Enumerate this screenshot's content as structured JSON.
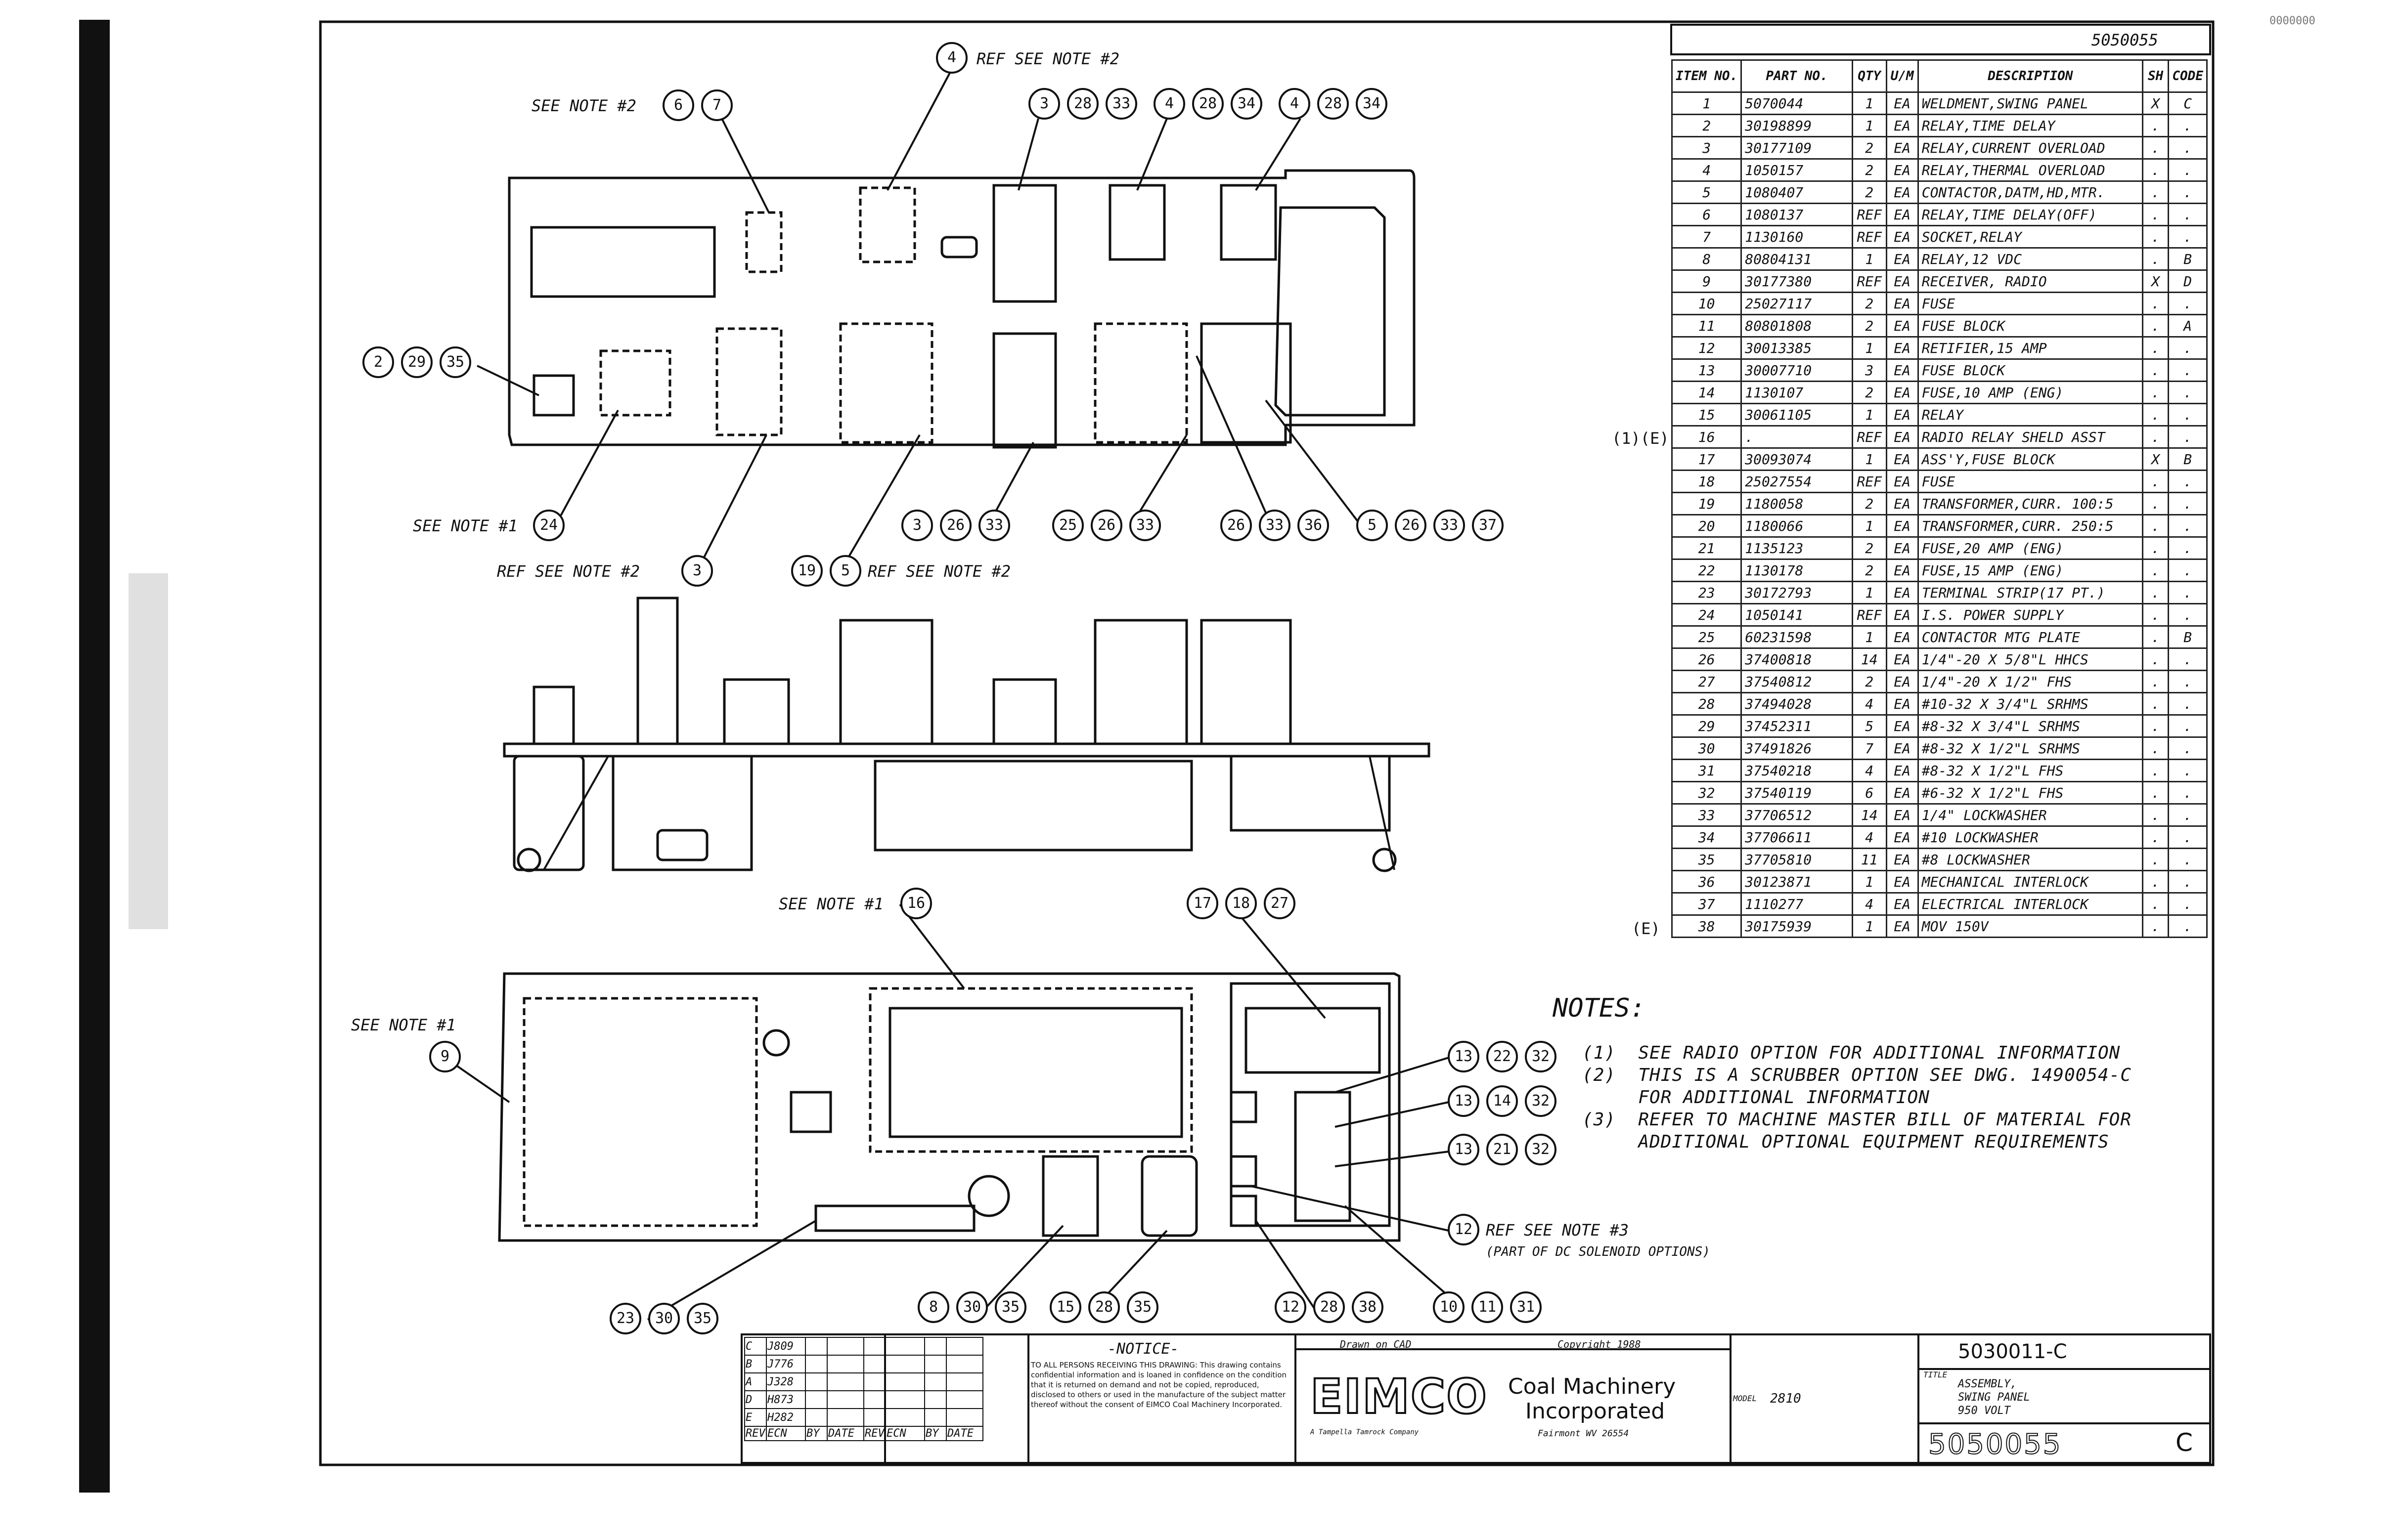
{
  "drawing_number_top": "5050055",
  "bom": {
    "headers": [
      "ITEM NO.",
      "PART NO.",
      "QTY",
      "U/M",
      "DESCRIPTION",
      "SH",
      "CODE"
    ],
    "rows": [
      [
        "1",
        "5070044",
        "1",
        "EA",
        "WELDMENT,SWING PANEL",
        "X",
        "C"
      ],
      [
        "2",
        "30198899",
        "1",
        "EA",
        "RELAY,TIME DELAY",
        ".",
        "."
      ],
      [
        "3",
        "30177109",
        "2",
        "EA",
        "RELAY,CURRENT OVERLOAD",
        ".",
        "."
      ],
      [
        "4",
        "1050157",
        "2",
        "EA",
        "RELAY,THERMAL OVERLOAD",
        ".",
        "."
      ],
      [
        "5",
        "1080407",
        "2",
        "EA",
        "CONTACTOR,DATM,HD,MTR.",
        ".",
        "."
      ],
      [
        "6",
        "1080137",
        "REF",
        "EA",
        "RELAY,TIME DELAY(OFF)",
        ".",
        "."
      ],
      [
        "7",
        "1130160",
        "REF",
        "EA",
        "SOCKET,RELAY",
        ".",
        "."
      ],
      [
        "8",
        "80804131",
        "1",
        "EA",
        "RELAY,12 VDC",
        ".",
        "B"
      ],
      [
        "9",
        "30177380",
        "REF",
        "EA",
        "RECEIVER, RADIO",
        "X",
        "D"
      ],
      [
        "10",
        "25027117",
        "2",
        "EA",
        "FUSE",
        ".",
        "."
      ],
      [
        "11",
        "80801808",
        "2",
        "EA",
        "FUSE BLOCK",
        ".",
        "A"
      ],
      [
        "12",
        "30013385",
        "1",
        "EA",
        "RETIFIER,15 AMP",
        ".",
        "."
      ],
      [
        "13",
        "30007710",
        "3",
        "EA",
        "FUSE BLOCK",
        ".",
        "."
      ],
      [
        "14",
        "1130107",
        "2",
        "EA",
        "FUSE,10 AMP (ENG)",
        ".",
        "."
      ],
      [
        "15",
        "30061105",
        "1",
        "EA",
        "RELAY",
        ".",
        "."
      ],
      [
        "16",
        ".",
        "REF",
        "EA",
        "RADIO RELAY SHELD ASST",
        ".",
        "."
      ],
      [
        "17",
        "30093074",
        "1",
        "EA",
        "ASS'Y,FUSE BLOCK",
        "X",
        "B"
      ],
      [
        "18",
        "25027554",
        "REF",
        "EA",
        "FUSE",
        ".",
        "."
      ],
      [
        "19",
        "1180058",
        "2",
        "EA",
        "TRANSFORMER,CURR. 100:5",
        ".",
        "."
      ],
      [
        "20",
        "1180066",
        "1",
        "EA",
        "TRANSFORMER,CURR. 250:5",
        ".",
        "."
      ],
      [
        "21",
        "1135123",
        "2",
        "EA",
        "FUSE,20 AMP (ENG)",
        ".",
        "."
      ],
      [
        "22",
        "1130178",
        "2",
        "EA",
        "FUSE,15 AMP (ENG)",
        ".",
        "."
      ],
      [
        "23",
        "30172793",
        "1",
        "EA",
        "TERMINAL STRIP(17 PT.)",
        ".",
        "."
      ],
      [
        "24",
        "1050141",
        "REF",
        "EA",
        "I.S. POWER SUPPLY",
        ".",
        "."
      ],
      [
        "25",
        "60231598",
        "1",
        "EA",
        "CONTACTOR MTG PLATE",
        ".",
        "B"
      ],
      [
        "26",
        "37400818",
        "14",
        "EA",
        "1/4\"-20 X 5/8\"L HHCS",
        ".",
        "."
      ],
      [
        "27",
        "37540812",
        "2",
        "EA",
        "1/4\"-20 X 1/2\" FHS",
        ".",
        "."
      ],
      [
        "28",
        "37494028",
        "4",
        "EA",
        "#10-32 X 3/4\"L SRHMS",
        ".",
        "."
      ],
      [
        "29",
        "37452311",
        "5",
        "EA",
        "#8-32 X 3/4\"L SRHMS",
        ".",
        "."
      ],
      [
        "30",
        "37491826",
        "7",
        "EA",
        "#8-32 X 1/2\"L SRHMS",
        ".",
        "."
      ],
      [
        "31",
        "37540218",
        "4",
        "EA",
        "#8-32 X 1/2\"L FHS",
        ".",
        "."
      ],
      [
        "32",
        "37540119",
        "6",
        "EA",
        "#6-32 X 1/2\"L FHS",
        ".",
        "."
      ],
      [
        "33",
        "37706512",
        "14",
        "EA",
        "1/4\" LOCKWASHER",
        ".",
        "."
      ],
      [
        "34",
        "37706611",
        "4",
        "EA",
        "#10 LOCKWASHER",
        ".",
        "."
      ],
      [
        "35",
        "37705810",
        "11",
        "EA",
        "#8 LOCKWASHER",
        ".",
        "."
      ],
      [
        "36",
        "30123871",
        "1",
        "EA",
        "MECHANICAL INTERLOCK",
        ".",
        "."
      ],
      [
        "37",
        "1110277",
        "4",
        "EA",
        "ELECTRICAL INTERLOCK",
        ".",
        "."
      ],
      [
        "38",
        "30175939",
        "1",
        "EA",
        "MOV 150V",
        ".",
        "."
      ]
    ]
  },
  "side_marks": {
    "row16": "(1)(E)",
    "row38": "(E)"
  },
  "notes": {
    "title": "NOTES:",
    "lines": [
      "(1)  SEE RADIO OPTION FOR ADDITIONAL INFORMATION",
      "(2)  THIS IS A SCRUBBER OPTION SEE DWG. 1490054-C",
      "     FOR ADDITIONAL INFORMATION",
      "(3)  REFER TO MACHINE MASTER BILL OF MATERIAL FOR",
      "     ADDITIONAL OPTIONAL EQUIPMENT REQUIREMENTS"
    ]
  },
  "callouts": {
    "see_note_2_a": "SEE NOTE #2",
    "ref_see_note_2_top": "REF  SEE NOTE #2",
    "see_note_1_24": "SEE NOTE #1",
    "ref_see_note_2_3": "REF  SEE NOTE #2",
    "ref_see_note_2_5": "REF  SEE NOTE #2",
    "see_note_1_16": "SEE NOTE #1",
    "see_note_1_9": "SEE NOTE #1",
    "ref_see_note_3": "REF  SEE NOTE #3",
    "dc_solenoid": "(PART OF DC SOLENOID OPTIONS)"
  },
  "balloons": [
    {
      "id": "b4top",
      "items": [
        "4"
      ]
    },
    {
      "id": "b67",
      "items": [
        "6",
        "7"
      ]
    },
    {
      "id": "b3_28_33",
      "items": [
        "3",
        "28",
        "33"
      ]
    },
    {
      "id": "b4_28_34a",
      "items": [
        "4",
        "28",
        "34"
      ]
    },
    {
      "id": "b4_28_34b",
      "items": [
        "4",
        "28",
        "34"
      ]
    },
    {
      "id": "b2_29_35",
      "items": [
        "2",
        "29",
        "35"
      ]
    },
    {
      "id": "b24",
      "items": [
        "24"
      ]
    },
    {
      "id": "b3",
      "items": [
        "3"
      ]
    },
    {
      "id": "b19_5",
      "items": [
        "19",
        "5"
      ]
    },
    {
      "id": "b3_26_33",
      "items": [
        "3",
        "26",
        "33"
      ]
    },
    {
      "id": "b25_26_33",
      "items": [
        "25",
        "26",
        "33"
      ]
    },
    {
      "id": "b26_33_36",
      "items": [
        "26",
        "33",
        "36"
      ]
    },
    {
      "id": "b5_26_33_37",
      "items": [
        "5",
        "26",
        "33",
        "37"
      ]
    },
    {
      "id": "b16",
      "items": [
        "16"
      ]
    },
    {
      "id": "b17_18_27",
      "items": [
        "17",
        "18",
        "27"
      ]
    },
    {
      "id": "b9",
      "items": [
        "9"
      ]
    },
    {
      "id": "b13_22_32",
      "items": [
        "13",
        "22",
        "32"
      ]
    },
    {
      "id": "b13_14_32",
      "items": [
        "13",
        "14",
        "32"
      ]
    },
    {
      "id": "b13_21_32",
      "items": [
        "13",
        "21",
        "32"
      ]
    },
    {
      "id": "b12",
      "items": [
        "12"
      ]
    },
    {
      "id": "b23_30_35",
      "items": [
        "23",
        "30",
        "35"
      ]
    },
    {
      "id": "b8_30_35",
      "items": [
        "8",
        "30",
        "35"
      ]
    },
    {
      "id": "b15_28_35",
      "items": [
        "15",
        "28",
        "35"
      ]
    },
    {
      "id": "b12_28_38",
      "items": [
        "12",
        "28",
        "38"
      ]
    },
    {
      "id": "b10_11_31",
      "items": [
        "10",
        "11",
        "31"
      ]
    }
  ],
  "title_block": {
    "notice_title": "-NOTICE-",
    "notice_text": "TO ALL PERSONS RECEIVING THIS DRAWING: This drawing contains confidential information and is loaned in confidence on the condition that it is returned on demand and not be copied, reproduced, disclosed to others or used in the manufacture of the subject matter thereof without the consent of EIMCO Coal Machinery Incorporated.",
    "drawn_on": "Drawn on CAD",
    "copyright": "Copyright 1988",
    "company_logo": "EIMCO",
    "company_name_1": "Coal Machinery",
    "company_name_2": "Incorporated",
    "company_city": "Fairmont WV 26554",
    "logo_sub": "A Tampella Tamrock Company",
    "assy_no": "5030011-C",
    "title_label": "TITLE",
    "title_1": "ASSEMBLY,",
    "title_2": "SWING PANEL",
    "title_3": "950 VOLT",
    "model_label": "MODEL",
    "model": "2810",
    "dwg_no": "5050055",
    "rev": "C",
    "rev_table_headers": [
      "REV",
      "ECN",
      "BY",
      "DATE"
    ],
    "rev_rows": [
      [
        "C",
        "J809",
        "",
        ""
      ],
      [
        "B",
        "J776",
        "",
        ""
      ],
      [
        "A",
        "J328",
        "",
        ""
      ],
      [
        "D",
        "H873",
        "",
        ""
      ],
      [
        "E",
        "H282",
        "",
        ""
      ]
    ],
    "rev_rows_right": [
      [
        "",
        "",
        "",
        ""
      ],
      [
        "",
        "",
        "",
        ""
      ],
      [
        "",
        "",
        "",
        ""
      ],
      [
        "",
        "",
        "",
        ""
      ],
      [
        "",
        "",
        "",
        ""
      ]
    ]
  },
  "corner_stamp": "0000000"
}
